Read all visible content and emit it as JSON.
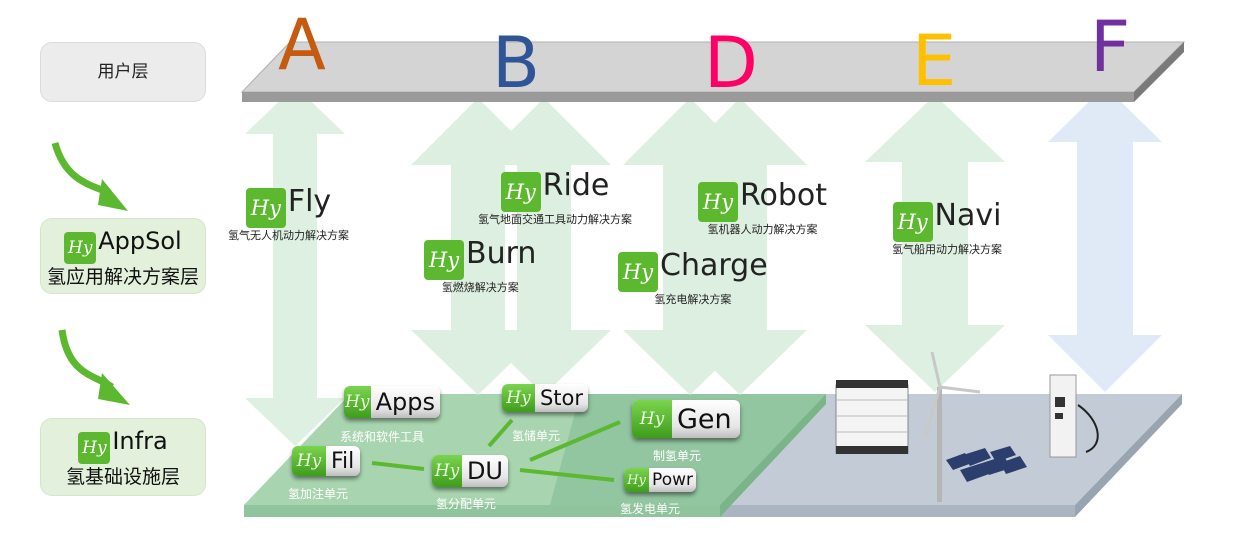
{
  "layers": {
    "user": {
      "label": "用户层"
    },
    "app": {
      "badge": "Hy",
      "title": "AppSol",
      "subtitle": "氢应用解决方案层"
    },
    "infra": {
      "badge": "Hy",
      "title": "Infra",
      "subtitle": "氢基础设施层"
    }
  },
  "user_platform": {
    "letters": [
      {
        "text": "A",
        "color": "#c55a11"
      },
      {
        "text": "B",
        "color": "#2f5597"
      },
      {
        "text": "D",
        "color": "#ff0066"
      },
      {
        "text": "E",
        "color": "#ffc000"
      },
      {
        "text": "F",
        "color": "#7030a0"
      }
    ]
  },
  "solutions": [
    {
      "badge": "Hy",
      "name": "Fly",
      "desc": "氢气无人机动力解决方案"
    },
    {
      "badge": "Hy",
      "name": "Ride",
      "desc": "氢气地面交通工具动力解决方案"
    },
    {
      "badge": "Hy",
      "name": "Burn",
      "desc": "氢燃烧解决方案"
    },
    {
      "badge": "Hy",
      "name": "Robot",
      "desc": "氢机器人动力解决方案"
    },
    {
      "badge": "Hy",
      "name": "Charge",
      "desc": "氢充电解决方案"
    },
    {
      "badge": "Hy",
      "name": "Navi",
      "desc": "氢气船用动力解决方案"
    }
  ],
  "infra_units": [
    {
      "badge": "Hy",
      "name": "Apps",
      "desc": "系统和软件工具"
    },
    {
      "badge": "Hy",
      "name": "Stor",
      "desc": "氢储单元"
    },
    {
      "badge": "Hy",
      "name": "Gen",
      "desc": "制氢单元"
    },
    {
      "badge": "Hy",
      "name": "Fil",
      "desc": "氢加注单元"
    },
    {
      "badge": "Hy",
      "name": "DU",
      "desc": "氢分配单元"
    },
    {
      "badge": "Hy",
      "name": "Powr",
      "desc": "氢发电单元"
    }
  ],
  "colors": {
    "brand_green": "#5cb82f",
    "arrow_green": "#dcefdf",
    "arrow_blue": "#dfeaf6",
    "platform_green": "#a8d5b0",
    "platform_blue": "#c3ccd6"
  }
}
